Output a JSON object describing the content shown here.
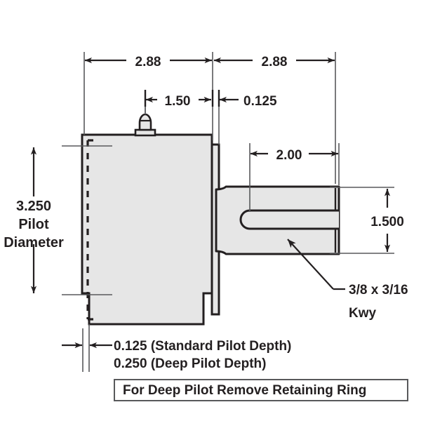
{
  "drawing": {
    "title": "Mechanical Shaft and Pilot Housing Dimensioned Drawing",
    "colors": {
      "line": "#231f20",
      "fill": "#e6e6e6",
      "background": "#ffffff",
      "thin_line": "#58595b"
    },
    "dimensions": {
      "top_left_length": "2.88",
      "top_right_length": "2.88",
      "inner_left_length": "1.50",
      "retaining_ring_thickness": "0.125",
      "keyway_length": "2.00",
      "shaft_diameter": "1.500",
      "pilot_diameter_value": "3.250",
      "pilot_diameter_label_line1": "Pilot",
      "pilot_diameter_label_line2": "Diameter"
    },
    "callouts": {
      "keyway_line1": "3/8 x 3/16",
      "keyway_line2": "Kwy",
      "pilot_depth_standard": "0.125 (Standard Pilot Depth)",
      "pilot_depth_deep": "0.250 (Deep Pilot Depth)",
      "note_box": "For Deep Pilot Remove Retaining Ring"
    },
    "features": {
      "grease_fitting": "grease-fitting-zerk",
      "hidden_edge": "hidden-line-dashed",
      "retaining_ring": "retaining-ring-plate",
      "keyway_slot": "keyway-slot",
      "housing_body": "pilot-housing-body",
      "shaft": "output-shaft"
    }
  }
}
